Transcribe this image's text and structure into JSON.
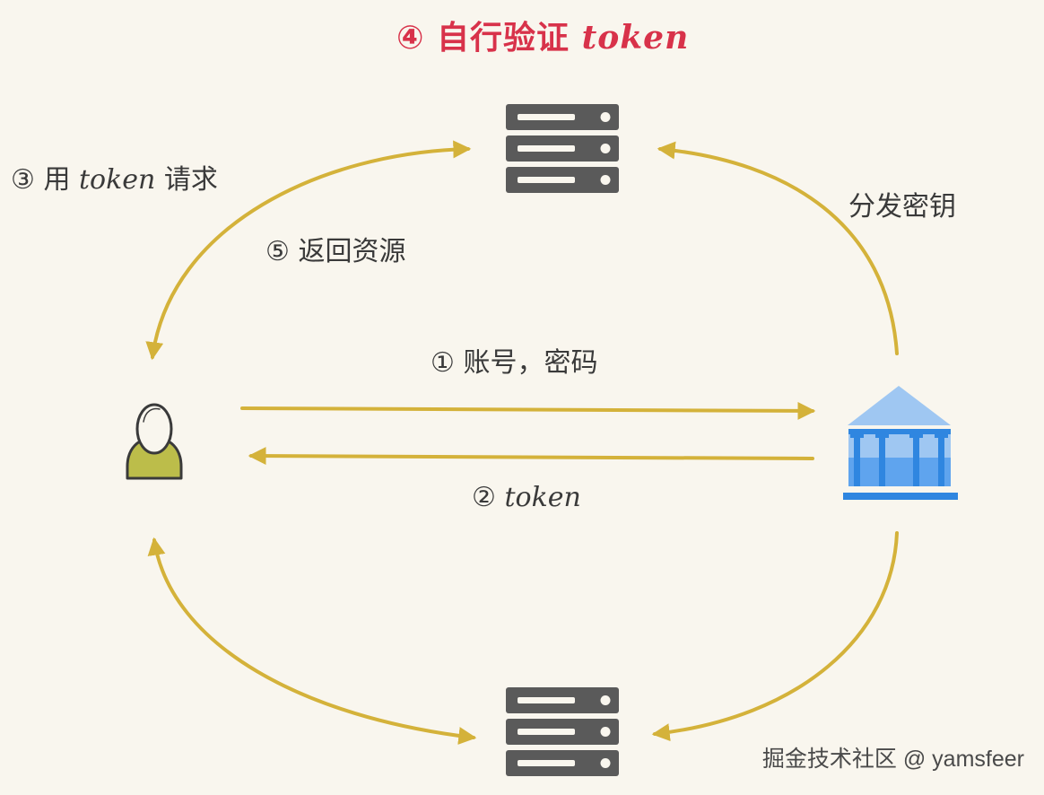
{
  "colors": {
    "background": "#f9f6ee",
    "arrow": "#d4b23a",
    "title": "#d8324a",
    "text": "#3a3a3a",
    "server": "#5a5a5a",
    "user_body": "#bcbd4a",
    "bank_roof": "#9fc7f2",
    "bank_columns": "#2f86e0"
  },
  "icons": {
    "top_server": "server-icon",
    "bottom_server": "server-icon",
    "user": "user-icon",
    "auth_server": "bank-icon"
  },
  "title": {
    "number": "④",
    "text": "自行验证",
    "token": "token"
  },
  "labels": {
    "request": {
      "number": "③",
      "text": "用",
      "token": "token",
      "suffix": "请求"
    },
    "return": {
      "number": "⑤",
      "text": "返回资源"
    },
    "credentials": {
      "number": "①",
      "text": "账号，密码"
    },
    "token_issue": {
      "number": "②",
      "token": "token"
    },
    "distribute_key": "分发密钥"
  },
  "watermark": "掘金技术社区 @ yamsfeer"
}
